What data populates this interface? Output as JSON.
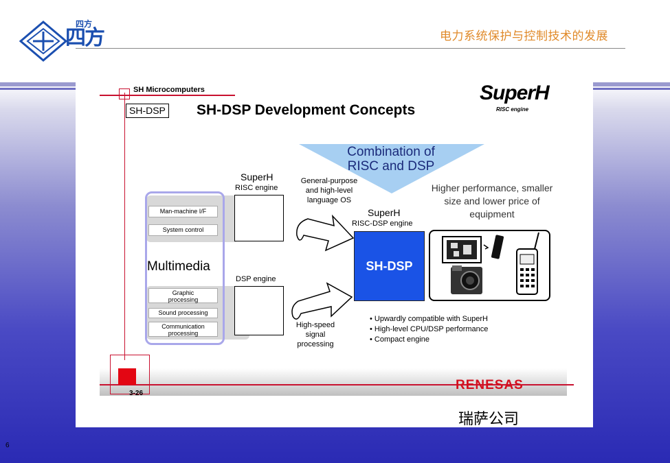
{
  "header": {
    "title": "电力系统保护与控制技术的发展",
    "logo_text": "四方",
    "logo_small": "四方"
  },
  "footer": {
    "page_number": "6"
  },
  "slide": {
    "brand_small": "SH Microcomputers",
    "tag": "SH-DSP",
    "title": "SH-DSP Development Concepts",
    "logo": "SuperH",
    "logo_sub": "RISC engine",
    "combination": "Combination of RISC and DSP",
    "higher_performance": "Higher performance, smaller size and lower price of equipment",
    "superh_label": "SuperH",
    "risc_engine_label": "RISC engine",
    "dsp_engine_label": "DSP engine",
    "general_purpose": "General-purpose and high-level language OS",
    "high_speed": "High-speed signal processing",
    "superh_riscdsp": "SuperH",
    "riscdsp_engine": "RISC-DSP engine",
    "chip_label": "SH-DSP",
    "multimedia": "Multimedia",
    "items_top": [
      "Man-machine I/F",
      "System control"
    ],
    "items_bottom": [
      "Graphic processing",
      "Sound processing",
      "Communication processing"
    ],
    "bullets": [
      "• Upwardly compatible with SuperH",
      "• High-level CPU/DSP performance",
      "• Compact engine"
    ],
    "page_code": "3-26",
    "renesas": "RENESAS",
    "chinese_name": "瑞萨公司"
  },
  "colors": {
    "accent_orange": "#e08a2a",
    "chip_blue": "#1a53e6",
    "renesas_red": "#d4101e",
    "triangle_blue": "#a7cff2"
  }
}
